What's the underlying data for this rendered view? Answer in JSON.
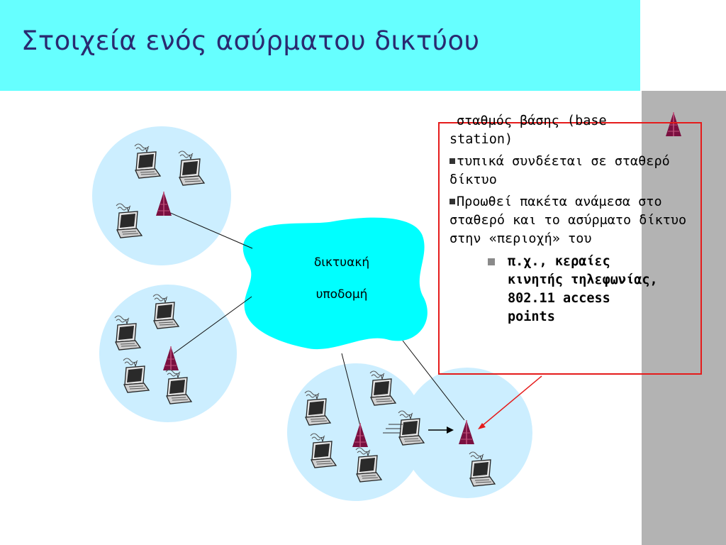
{
  "title": "Στοιχεία ενός ασύρματου δικτύου",
  "cloud": {
    "line1": "δικτυακή",
    "line2": "υποδομή"
  },
  "callout": {
    "heading_line1": "σταθμός βάσης (base",
    "heading_line2": "station)",
    "bullet1": "τυπικά συνδέεται σε σταθερό δίκτυο",
    "bullet2": "Προωθεί πακέτα ανάμεσα στο σταθερό και το ασύρματο δίκτυο στην «περιοχή» του",
    "sub_line1": "π.χ., κεραίες",
    "sub_line2": "κινητής τηλεφωνίας,",
    "sub_line3": "802.11 access",
    "sub_line4": "points"
  },
  "colors": {
    "title_band": "#66ffff",
    "title_text": "#2a2a70",
    "cell_fill": "#cceeff",
    "cloud_fill": "#00ffff",
    "tower": "#7a1040",
    "callout_border": "#e51b1b",
    "side_panel": "#b3b3b3"
  },
  "icons": [
    "laptop-icon",
    "base-station-tower-icon",
    "network-cloud-icon",
    "wireless-signal-icon"
  ]
}
